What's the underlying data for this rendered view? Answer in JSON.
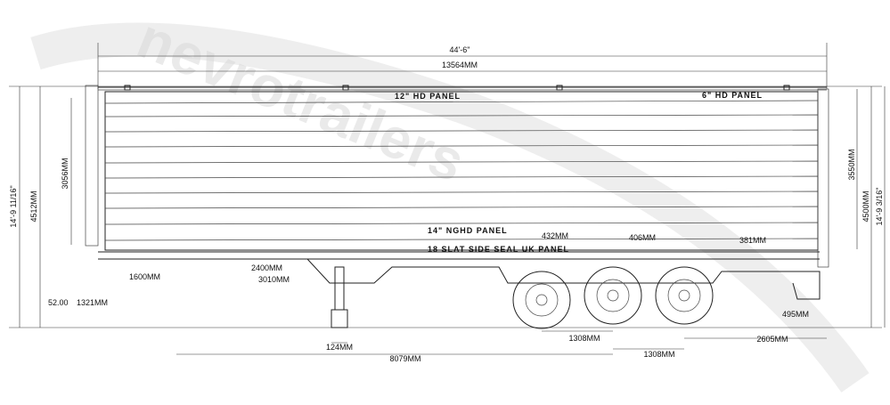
{
  "watermark": {
    "text": "nevrotrailers"
  },
  "dimensions": {
    "overall_length_imperial": "44'-6\"",
    "overall_length_metric": "13564MM",
    "left_height_imperial": "14'-9 11/16\"",
    "left_height_metric": "4512MM",
    "body_height_left": "3056MM",
    "body_height_right": "3550MM",
    "right_height_metric": "4500MM",
    "right_height_imperial": "14'-9 3/16\"",
    "kingpin_height": "52.00",
    "chassis_height": "1321MM",
    "kingpin_offset": "1600MM",
    "landing_leg_1": "2400MM",
    "landing_leg_2": "3010MM",
    "landing_leg_foot": "124MM",
    "kingpin_to_axle": "8079MM",
    "wheel_dia_1": "432MM",
    "wheel_dia_2": "406MM",
    "wheel_dia_3": "381MM",
    "axle_spacing_1": "1308MM",
    "axle_spacing_2": "1308MM",
    "rear_overhang": "2605MM",
    "rear_height": "495MM"
  },
  "panels": {
    "top_left": "12\" HD PANEL",
    "top_right": "6\" HD PANEL",
    "lower_1": "14\" NGHD PANEL",
    "lower_2": "18 SLAT SIDE SEAL UK PANEL"
  }
}
